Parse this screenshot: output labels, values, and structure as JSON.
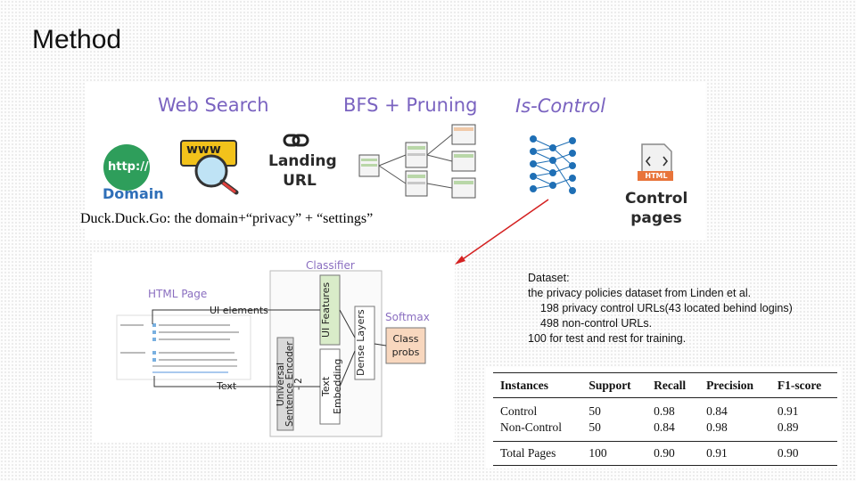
{
  "slide": {
    "title": "Method"
  },
  "pipeline": {
    "stage_web_search": "Web Search",
    "stage_bfs": "BFS + Pruning",
    "stage_is_control": "Is-Control",
    "http_badge": "http://",
    "www_label": "www",
    "domain_label": "Domain",
    "landing_url": "Landing URL",
    "control_pages": "Control pages",
    "html_file_label": "HTML",
    "query_caption": "Duck.Duck.Go: the domain+“privacy” + “settings”",
    "colors": {
      "stage": "#7a63c0",
      "domain": "#2f6fb8",
      "network": "#1f6fb5",
      "arrow": "#d42020"
    }
  },
  "classifier": {
    "title": "Classifier",
    "html_page": "HTML Page",
    "ui_elements": "UI elements",
    "text": "Text",
    "encoder": "Universal Sentence Encoder - 2",
    "text_embedding": "Text Embedding",
    "ui_features": "UI Features",
    "dense_layers": "Dense Layers",
    "softmax": "Softmax",
    "class_probs": "Class probs",
    "colors": {
      "ui_features_bg": "#d9ecc9",
      "class_probs_bg": "#f8d7be",
      "encoder_bg": "#d9d9d9"
    }
  },
  "dataset": {
    "heading": "Dataset:",
    "line1": "the privacy policies dataset from Linden et al.",
    "line2": "198 privacy control URLs(43 located behind logins)",
    "line3": "498 non-control URLs.",
    "line4": "100 for test and rest for training."
  },
  "results_table": {
    "headers": [
      "Instances",
      "Support",
      "Recall",
      "Precision",
      "F1-score"
    ],
    "rows": [
      [
        "Control",
        "50",
        "0.98",
        "0.84",
        "0.91"
      ],
      [
        "Non-Control",
        "50",
        "0.84",
        "0.98",
        "0.89"
      ]
    ],
    "total": [
      "Total Pages",
      "100",
      "0.90",
      "0.91",
      "0.90"
    ]
  }
}
